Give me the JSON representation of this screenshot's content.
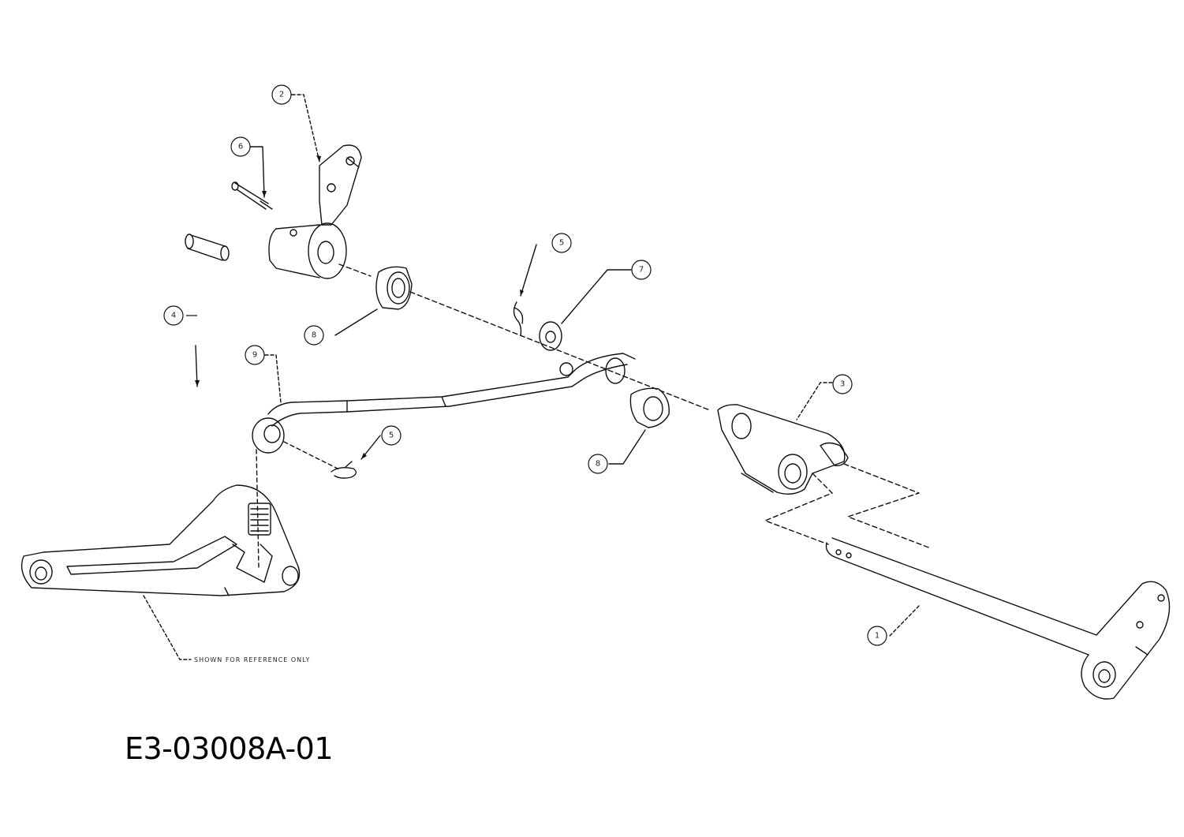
{
  "figure_id": "E3-03008A-01",
  "reference_note": "SHOWN FOR REFERENCE ONLY",
  "callouts": [
    {
      "id": "callout-2",
      "label": "2"
    },
    {
      "id": "callout-6",
      "label": "6"
    },
    {
      "id": "callout-5a",
      "label": "5"
    },
    {
      "id": "callout-7",
      "label": "7"
    },
    {
      "id": "callout-8a",
      "label": "8"
    },
    {
      "id": "callout-4",
      "label": "4"
    },
    {
      "id": "callout-9",
      "label": "9"
    },
    {
      "id": "callout-5b",
      "label": "5"
    },
    {
      "id": "callout-3",
      "label": "3"
    },
    {
      "id": "callout-8b",
      "label": "8"
    },
    {
      "id": "callout-1",
      "label": "1"
    }
  ]
}
